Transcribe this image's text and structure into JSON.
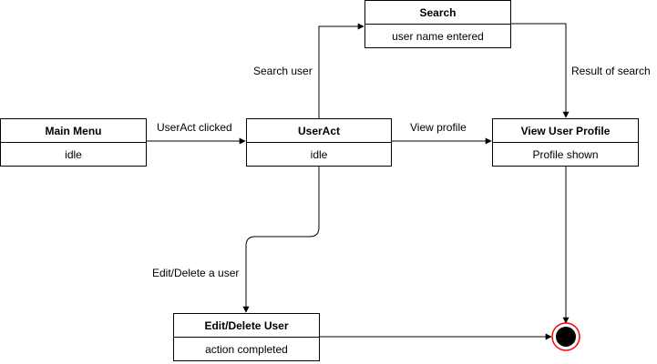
{
  "states": {
    "main_menu": {
      "title": "Main Menu",
      "activity": "idle"
    },
    "user_act": {
      "title": "UserAct",
      "activity": "idle"
    },
    "search": {
      "title": "Search",
      "activity": "user name entered"
    },
    "view_profile": {
      "title": "View User Profile",
      "activity": "Profile shown"
    },
    "edit_delete": {
      "title": "Edit/Delete User",
      "activity": "action completed"
    }
  },
  "transitions": {
    "useract_clicked": "UserAct clicked",
    "search_user": "Search user",
    "view_profile": "View profile",
    "result_of_search": "Result of search",
    "edit_delete": "Edit/Delete a user"
  },
  "colors": {
    "line": "#000000",
    "final_ring": "#ff0000",
    "final_fill": "#000000"
  }
}
